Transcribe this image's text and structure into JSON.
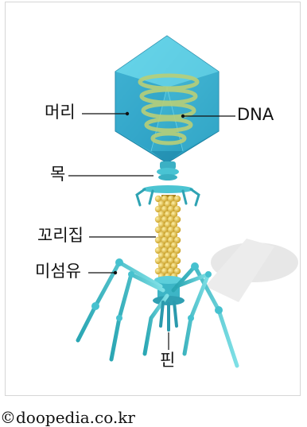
{
  "labels": {
    "head": "머리",
    "dna": "DNA",
    "neck": "목",
    "tail_sheath": "꼬리집",
    "tail_fiber": "미섬유",
    "pin": "핀"
  },
  "credit": "©doopedia.co.kr",
  "colors": {
    "capsid": "#3ab8d4",
    "capsid_dark": "#1f8fb0",
    "dna": "#b9cf7a",
    "sheath": "#d9b84a",
    "fiber": "#45b7c2"
  }
}
